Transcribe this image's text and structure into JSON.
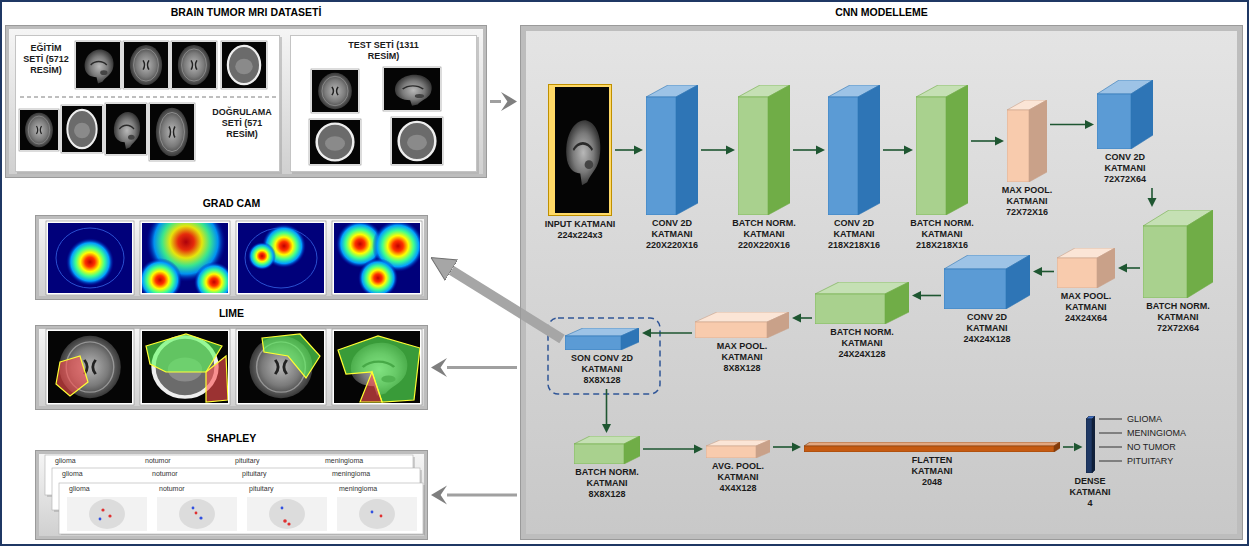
{
  "diagram": {
    "nodes": [
      {
        "text": [
          "BRAIN TUMOR MRI DATASETİ"
        ]
      },
      {
        "text": [
          "EĞİTİM SETİ (5712 RESİM)",
          "DOĞRULAMA SETİ (571 RESİM)"
        ],
        "in": 0
      },
      {
        "text": [
          "TEST SETİ (1311 RESİM)"
        ],
        "in": 0
      },
      {
        "text": [
          "GRAD CAM"
        ]
      },
      {
        "text": [
          "LIME"
        ]
      },
      {
        "text": [
          "SHAPLEY"
        ]
      },
      {
        "text": [
          "CNN MODELLEME"
        ]
      },
      {
        "text": [
          "INPUT KATMANI",
          "224x224x3"
        ],
        "in": 6
      },
      {
        "text": [
          "CONV 2D KATMANI",
          "220X220X16"
        ],
        "in": 6
      },
      {
        "text": [
          "BATCH NORM. KATMANI",
          "220X220X16"
        ],
        "in": 6
      },
      {
        "text": [
          "CONV 2D KATMANI",
          "218X218X16"
        ],
        "in": 6
      },
      {
        "text": [
          "BATCH NORM. KATMANI",
          "218X218X16"
        ],
        "in": 6
      },
      {
        "text": [
          "MAX POOL. KATMANI",
          "72X72X16"
        ],
        "in": 6
      },
      {
        "text": [
          "CONV 2D KATMANI",
          "72X72X64"
        ],
        "in": 6
      },
      {
        "text": [
          "BATCH NORM. KATMANI",
          "72X72X64"
        ],
        "in": 6
      },
      {
        "text": [
          "MAX POOL. KATMANI",
          "24X24X64"
        ],
        "in": 6
      },
      {
        "text": [
          "CONV 2D KATMANI",
          "24X24X128"
        ],
        "in": 6
      },
      {
        "text": [
          "BATCH NORM. KATMANI",
          "24X24X128"
        ],
        "in": 6
      },
      {
        "text": [
          "MAX POOL. KATMANI",
          "8X8X128"
        ],
        "in": 6
      },
      {
        "text": [
          "SON CONV 2D KATMANI",
          "8X8X128"
        ],
        "in": 6
      },
      {
        "text": [
          "BATCH NORM. KATMANI",
          "8X8X128"
        ],
        "in": 6
      },
      {
        "text": [
          "AVG. POOL. KATMANI",
          "4X4X128"
        ],
        "in": 6
      },
      {
        "text": [
          "FLATTEN KATMANI",
          "2048"
        ],
        "in": 6
      },
      {
        "text": [
          "DENSE KATMANI",
          "4"
        ],
        "in": 6
      }
    ],
    "edges": [
      {
        "from": 0,
        "to": 6,
        "arrow": "to"
      },
      {
        "from": 7,
        "to": 8,
        "arrow": "to"
      },
      {
        "from": 8,
        "to": 9,
        "arrow": "to"
      },
      {
        "from": 9,
        "to": 10,
        "arrow": "to"
      },
      {
        "from": 10,
        "to": 11,
        "arrow": "to"
      },
      {
        "from": 11,
        "to": 12,
        "arrow": "to"
      },
      {
        "from": 12,
        "to": 13,
        "arrow": "to"
      },
      {
        "from": 13,
        "to": 14,
        "arrow": "to"
      },
      {
        "from": 14,
        "to": 15,
        "arrow": "to"
      },
      {
        "from": 15,
        "to": 16,
        "arrow": "to"
      },
      {
        "from": 16,
        "to": 17,
        "arrow": "to"
      },
      {
        "from": 17,
        "to": 18,
        "arrow": "to"
      },
      {
        "from": 18,
        "to": 19,
        "arrow": "to"
      },
      {
        "from": 19,
        "to": 20,
        "arrow": "to"
      },
      {
        "from": 20,
        "to": 21,
        "arrow": "to"
      },
      {
        "from": 21,
        "to": 22,
        "arrow": "to"
      },
      {
        "from": 22,
        "to": 23,
        "arrow": "to"
      },
      {
        "from": 19,
        "to": 3,
        "arrow": "to"
      },
      {
        "from": 6,
        "to": 4,
        "arrow": "to"
      },
      {
        "from": 6,
        "to": 5,
        "arrow": "to"
      }
    ],
    "labels": [
      "GLIOMA",
      "MENINGIOMA",
      "NO TUMOR",
      "PITUITARY",
      "glioma",
      "notumor",
      "pituitary",
      "meningioma",
      "glioma",
      "notumor",
      "pituitary",
      "meningioma",
      "glioma",
      "notumor",
      "pituitary",
      "meningioma"
    ]
  }
}
